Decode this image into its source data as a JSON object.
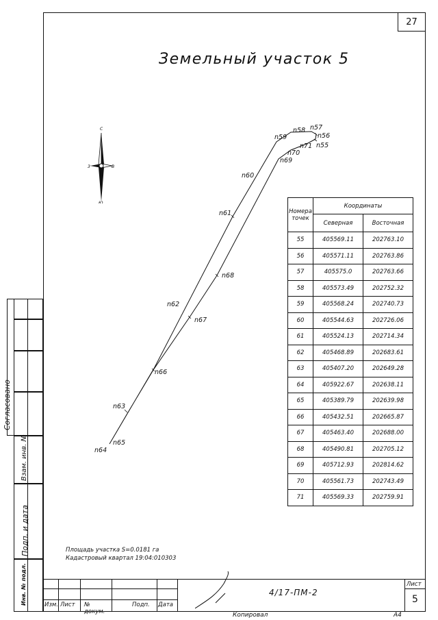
{
  "sheet_number_top": "27",
  "title": "Земельный участок 5",
  "compass": {
    "north": "С",
    "south": "Ю",
    "west": "З",
    "east": "В"
  },
  "points": [
    {
      "label": "n55"
    },
    {
      "label": "n56"
    },
    {
      "label": "n57"
    },
    {
      "label": "n58"
    },
    {
      "label": "n59"
    },
    {
      "label": "n60"
    },
    {
      "label": "n61"
    },
    {
      "label": "n62"
    },
    {
      "label": "n63"
    },
    {
      "label": "n64"
    },
    {
      "label": "n65"
    },
    {
      "label": "n66"
    },
    {
      "label": "n67"
    },
    {
      "label": "n68"
    },
    {
      "label": "n69"
    },
    {
      "label": "n70"
    },
    {
      "label": "n71"
    }
  ],
  "table": {
    "header_num": "Номера точек",
    "header_coords": "Координаты",
    "header_north": "Северная",
    "header_east": "Восточная",
    "rows": [
      {
        "n": "55",
        "north": "405569.11",
        "east": "202763.10"
      },
      {
        "n": "56",
        "north": "405571.11",
        "east": "202763.86"
      },
      {
        "n": "57",
        "north": "405575.0",
        "east": "202763.66"
      },
      {
        "n": "58",
        "north": "405573.49",
        "east": "202752.32"
      },
      {
        "n": "59",
        "north": "405568.24",
        "east": "202740.73"
      },
      {
        "n": "60",
        "north": "405544.63",
        "east": "202726.06"
      },
      {
        "n": "61",
        "north": "405524.13",
        "east": "202714.34"
      },
      {
        "n": "62",
        "north": "405468.89",
        "east": "202683.61"
      },
      {
        "n": "63",
        "north": "405407.20",
        "east": "202649.28"
      },
      {
        "n": "64",
        "north": "405922.67",
        "east": "202638.11"
      },
      {
        "n": "65",
        "north": "405389.79",
        "east": "202639.98"
      },
      {
        "n": "66",
        "north": "405432.51",
        "east": "202665.87"
      },
      {
        "n": "67",
        "north": "405463.40",
        "east": "202688.00"
      },
      {
        "n": "68",
        "north": "405490.81",
        "east": "202705.12"
      },
      {
        "n": "69",
        "north": "405712.93",
        "east": "202814.62"
      },
      {
        "n": "70",
        "north": "405561.73",
        "east": "202743.49"
      },
      {
        "n": "71",
        "north": "405569.33",
        "east": "202759.91"
      }
    ]
  },
  "area_text": "Площадь участка S=0.0181 га",
  "cadastral_text": "Кадастровый квартал 19:04:010303",
  "side_labels": {
    "agreed": "Согласовано",
    "inv_vzam": "Взам. инв. №",
    "sign_date": "Подп. и дата",
    "inv_podl": "Инв. № подл."
  },
  "stamp": {
    "col_izm": "Изм.",
    "col_list": "Лист",
    "col_ndoc": "№ докум.",
    "col_podp": "Подп.",
    "col_data": "Дата",
    "doc_code": "4/17-ПМ-2",
    "list_label": "Лист",
    "list_number": "5"
  },
  "footer": {
    "copy": "Копировал",
    "format": "А4"
  }
}
